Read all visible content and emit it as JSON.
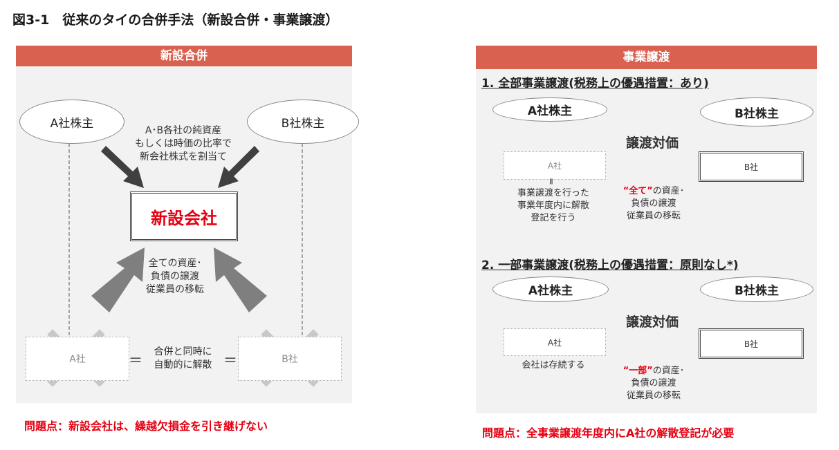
{
  "figure_title": "図3-1　従来のタイの合併手法（新設合併・事業譲渡）",
  "left": {
    "header": "新設合併",
    "shareholder_a": "A社株主",
    "shareholder_b": "B社株主",
    "allocation_note": [
      "A･B各社の純資産",
      "もしくは時価の比率で",
      "新会社株式を割当て"
    ],
    "new_company": "新設会社",
    "transfer_note": [
      "全ての資産･",
      "負債の譲渡",
      "従業員の移転"
    ],
    "company_a": "A社",
    "company_b": "B社",
    "dissolve_note": [
      "合併と同時に",
      "自動的に解散"
    ],
    "equals": "＝",
    "problem": "問題点：新設会社は、繰越欠損金を引き継げない"
  },
  "right": {
    "header": "事業譲渡",
    "sec1": {
      "title": "1. 全部事業譲渡(税務上の優遇措置：あり)",
      "shareholder_a": "A社株主",
      "shareholder_b": "B社株主",
      "consideration": "譲渡対価",
      "company_a": "A社",
      "company_b": "B社",
      "equals_v": "=",
      "dissolve_note": [
        "事業譲渡を行った",
        "事業年度内に解散",
        "登記を行う"
      ],
      "transfer_emph": "“全て”",
      "transfer_rest": "の資産･",
      "transfer_lines": [
        "負債の譲渡",
        "従業員の移転"
      ]
    },
    "sec2": {
      "title": "2. 一部事業譲渡(税務上の優遇措置：原則なし*)",
      "shareholder_a": "A社株主",
      "shareholder_b": "B社株主",
      "consideration": "譲渡対価",
      "company_a": "A社",
      "company_b": "B社",
      "continue_note": "会社は存続する",
      "transfer_emph": "“一部”",
      "transfer_rest": "の資産･",
      "transfer_lines": [
        "負債の譲渡",
        "従業員の移転"
      ]
    },
    "problem": "問題点：全事業譲渡年度内にA社の解散登記が必要"
  },
  "colors": {
    "header": "#d9614f",
    "panel": "#f2f2f2",
    "arrow": "#7f7f7f",
    "emphasis": "#e60012",
    "dark_arrow": "#404040"
  }
}
